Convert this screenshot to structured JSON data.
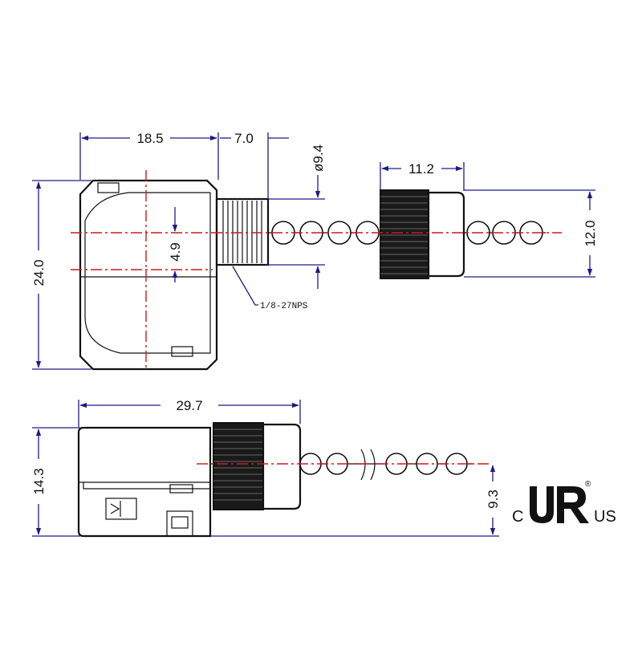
{
  "top_view": {
    "width_label": "18.5",
    "thread_length_label": "7.0",
    "thread_dia_label": "ø9.4",
    "height_label": "24.0",
    "offset_label": "4.9",
    "thread_spec_label": "1/8-27NPS",
    "knob_length_label": "11.2",
    "knob_dia_label": "12.0"
  },
  "side_view": {
    "length_label": "29.7",
    "height_label": "14.3",
    "axis_height_label": "9.3"
  },
  "certification": {
    "mark": "UR",
    "left_letter": "C",
    "right_letters": "US",
    "registered_symbol": "®"
  },
  "colors": {
    "outline": "#111111",
    "dimension": "#1c1c86",
    "centerline": "#cc1a1a"
  }
}
